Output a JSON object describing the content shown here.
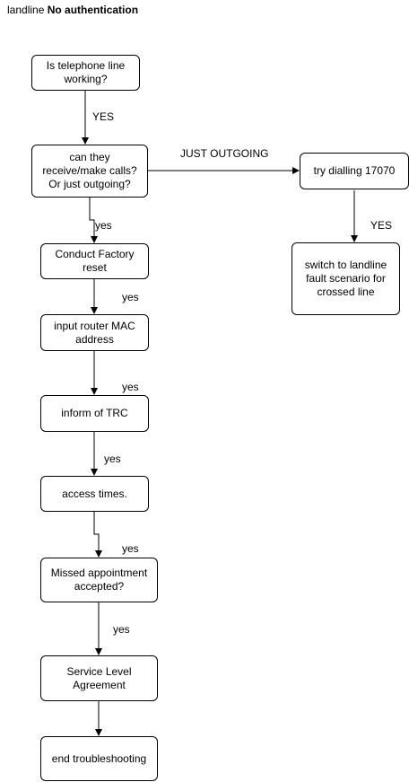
{
  "header": {
    "prefix": "landline",
    "bold": "No authentication"
  },
  "nodes": {
    "telephone_line": "Is telephone line\nworking?",
    "receive_make": "can they\nreceive/make calls?\nOr just outgoing?",
    "factory_reset": "Conduct Factory\nreset",
    "router_mac": "input router MAC\naddress",
    "inform_trc": "inform of TRC",
    "access_times": "access times.",
    "missed_appt": "Missed appointment\naccepted?",
    "sla": "Service Level\nAgreement",
    "end": "end troubleshooting",
    "try_dialling": "try dialling  17070",
    "switch_landline": "switch to landline\nfault scenario for\ncrossed line"
  },
  "edge_labels": {
    "yes_1": "YES",
    "just_outgoing": "JUST OUTGOING",
    "yes_2": "yes",
    "yes_3": "yes",
    "yes_4": "yes",
    "yes_5": "yes",
    "yes_6": "yes",
    "yes_7": "yes",
    "yes_dial": "YES"
  }
}
